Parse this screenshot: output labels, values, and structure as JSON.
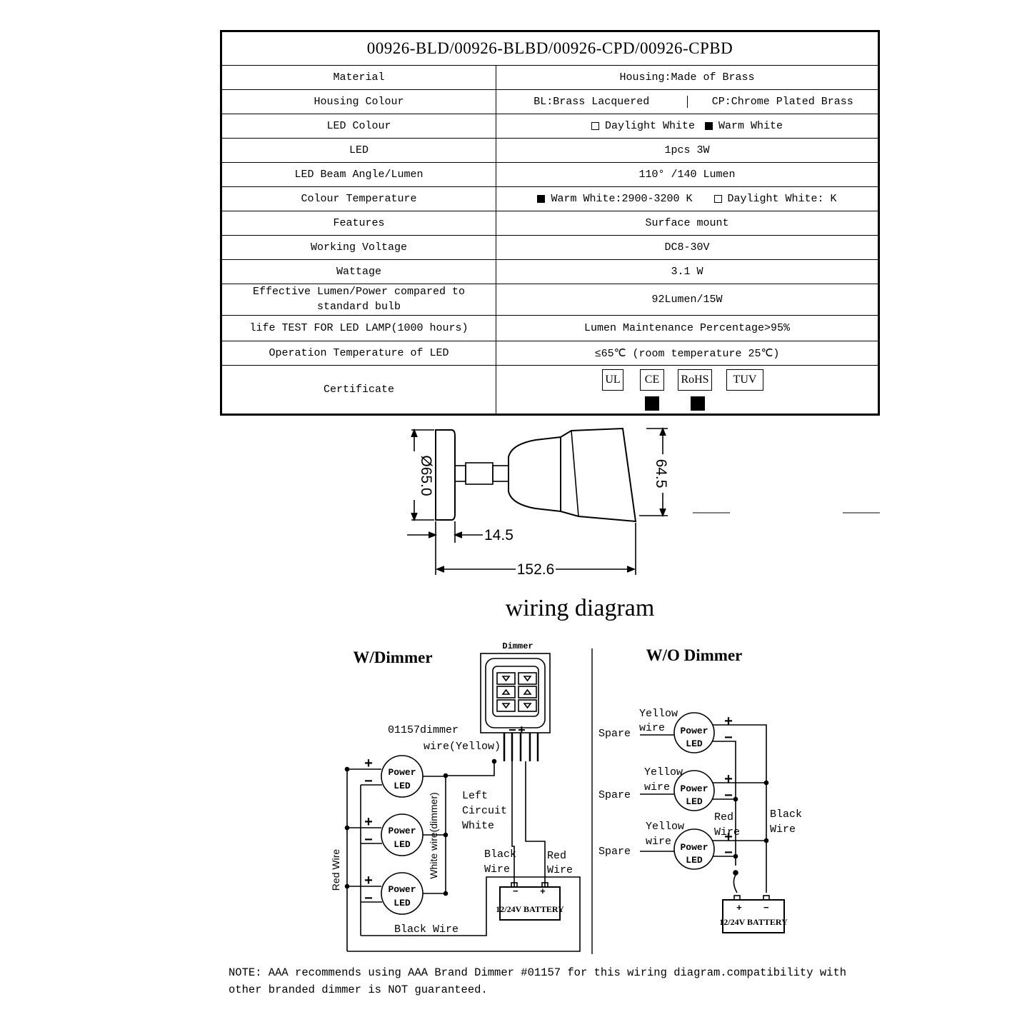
{
  "spec_table": {
    "title": "00926-BLD/00926-BLBD/00926-CPD/00926-CPBD",
    "rows": [
      {
        "label": "Material",
        "value": "Housing:Made of Brass"
      },
      {
        "label": "Housing Colour",
        "value_left": "BL:Brass Lacquered",
        "value_right": "CP:Chrome Plated Brass"
      },
      {
        "label": "LED Colour",
        "option_a": "Daylight White",
        "option_b": "Warm White"
      },
      {
        "label": "LED",
        "value": "1pcs 3W"
      },
      {
        "label": "LED Beam Angle/Lumen",
        "value": "110° /140 Lumen"
      },
      {
        "label": "Colour Temperature",
        "option_a": "Warm White:2900-3200 K",
        "option_b": "Daylight White: K"
      },
      {
        "label": "Features",
        "value": "Surface mount"
      },
      {
        "label": "Working Voltage",
        "value": "DC8-30V"
      },
      {
        "label": "Wattage",
        "value": "3.1 W"
      },
      {
        "label": "Effective Lumen/Power compared to standard bulb",
        "value": "92Lumen/15W"
      },
      {
        "label": "life TEST FOR LED LAMP(1000 hours)",
        "value": "Lumen Maintenance Percentage>95%"
      },
      {
        "label": "Operation Temperature of LED",
        "value": "≤65℃ (room temperature 25℃)"
      },
      {
        "label": "Certificate",
        "certs": [
          "UL",
          "CE",
          "RoHS",
          "TUV"
        ]
      }
    ]
  },
  "dimensions": {
    "diameter": "Ø65.0",
    "height": "64.5",
    "base_depth": "14.5",
    "length": "152.6"
  },
  "wiring": {
    "title": "wiring diagram",
    "with_dimmer": {
      "heading": "W/Dimmer",
      "dimmer_label": "Dimmer",
      "dimmer_wire_line1": "01157dimmer",
      "dimmer_wire_line2": "wire(Yellow)",
      "led_label_line1": "Power",
      "led_label_line2": "LED",
      "plus": "+",
      "minus": "−",
      "red_wire": "Red Wire",
      "white_wire_dimmer": "White wire(dimmer)",
      "left_circuit_line1": "Left",
      "left_circuit_line2": "Circuit",
      "left_circuit_line3": "White",
      "black_wire_line1": "Black",
      "black_wire_line2": "Wire",
      "red_wire_line1": "Red",
      "red_wire_line2": "Wire",
      "battery": "12/24V BATTERY",
      "black_wire_bottom": "Black Wire"
    },
    "without_dimmer": {
      "heading": "W/O Dimmer",
      "spare": "Spare",
      "yellow_line1": "Yellow",
      "yellow_line2": "wire",
      "red_wire_line1": "Red",
      "red_wire_line2": "Wire",
      "black_wire_line1": "Black",
      "black_wire_line2": "Wire",
      "battery": "12/24V BATTERY"
    }
  },
  "note": {
    "line1": "NOTE: AAA recommends using AAA Brand Dimmer #01157 for this wiring diagram.compatibility with",
    "line2": "other branded dimmer is NOT guaranteed."
  }
}
